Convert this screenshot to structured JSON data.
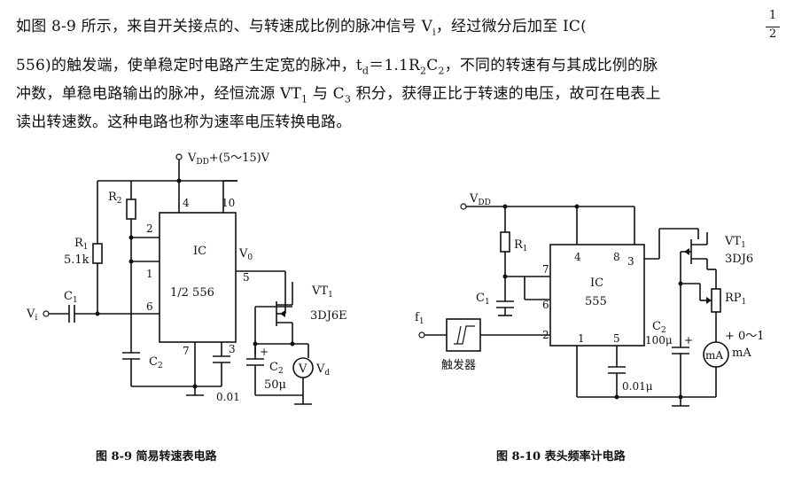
{
  "paragraph": {
    "line1a": "如图 8-9 所示，来自开关接点的、与转速成比例的脉冲信号 V",
    "line1b": "i",
    "line1c": "，经过微分后加至 IC(",
    "line1_frac_num": "1",
    "line1_frac_den": "2",
    "line2": "556)的触发端，使单稳定时电路产生定宽的脉冲，t",
    "line2_sub_d": "d",
    "line2b": "＝1.1R",
    "line2_sub_2a": "2",
    "line2c": "C",
    "line2_sub_2b": "2",
    "line2d": "，不同的转速有与其成比例的脉",
    "line3a": "冲数，单稳电路输出的脉冲，经恒流源 VT",
    "line3_sub_1": "1",
    "line3b": " 与 C",
    "line3_sub_3": "3",
    "line3c": " 积分，获得正比于转速的电压，故可在电表上",
    "line4": "读出转速数。这种电路也称为速率电压转换电路。"
  },
  "fig89": {
    "caption": "图 8-9    简易转速表电路",
    "vdd": "V",
    "vdd_sub": "DD",
    "vdd_range": "+(5～15)V",
    "r2": "R",
    "r2_sub": "2",
    "r1": "R",
    "r1_sub": "1",
    "r1_val": "5.1k",
    "c1": "C",
    "c1_sub": "1",
    "vi": "V",
    "vi_sub": "i",
    "c2": "C",
    "c2_sub": "2",
    "ic": "IC",
    "ic_part": "1/2 556",
    "vo": "V",
    "vo_sub": "0",
    "vt1": "VT",
    "vt1_sub": "1",
    "vt1_part": "3DJ6E",
    "c2b": "C",
    "c2b_sub": "2",
    "c2b_val": "50μ",
    "vd": "V",
    "vd_sub": "d",
    "vmeter": "V",
    "cap_val": "0.01",
    "pins": {
      "p4": "4",
      "p10": "10",
      "p2": "2",
      "p1": "1",
      "p6": "6",
      "p5": "5",
      "p7": "7",
      "p3": "3"
    },
    "plus": "+"
  },
  "fig810": {
    "caption": "图 8-10    表头频率计电路",
    "vdd": "V",
    "vdd_sub": "DD",
    "r1": "R",
    "r1_sub": "1",
    "c1": "C",
    "c1_sub": "1",
    "f1": "f",
    "f1_sub": "1",
    "trigger": "触发器",
    "ic": "IC",
    "ic_part": "555",
    "vt1": "VT",
    "vt1_sub": "1",
    "vt1_part": "3DJ6",
    "rp1": "RP",
    "rp1_sub": "1",
    "c2": "C",
    "c2_sub": "2",
    "c2_val": "100μ",
    "meter_range": "0～1",
    "meter_unit": "mA",
    "meter_label": "mA",
    "cap_val": "0.01μ",
    "pins": {
      "p4": "4",
      "p8": "8",
      "p3": "3",
      "p7": "7",
      "p6": "6",
      "p2": "2",
      "p1": "1",
      "p5": "5"
    },
    "plus": "+"
  }
}
